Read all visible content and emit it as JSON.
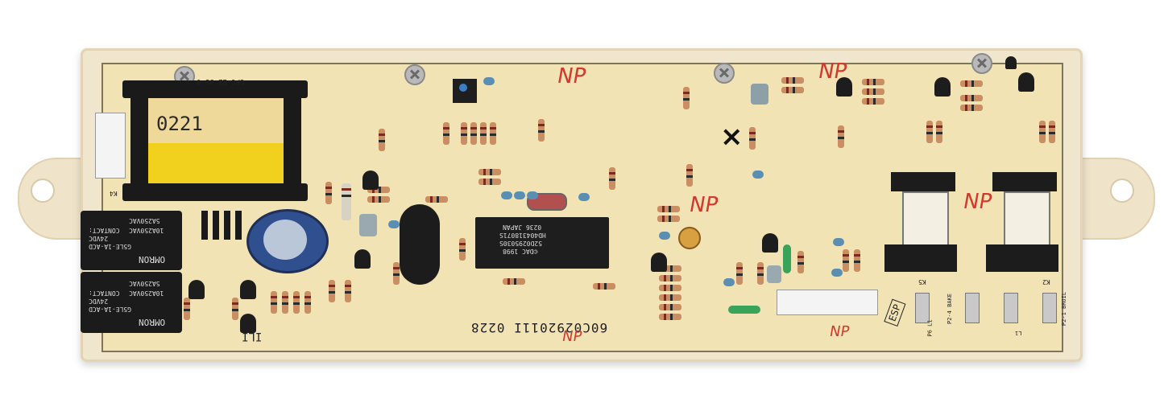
{
  "board": {
    "transformer_label": "0221",
    "ic_label_1": "©DAC 1998",
    "ic_label_2": "52D0295030S",
    "ic_label_3": "HD404318071S",
    "ic_label_4": "0236  JAPAN",
    "part_number": "60C0292011I 0228",
    "bottom_left_code": "ILI",
    "cpc_code": "CPC-E2 9U-0",
    "np_marks": [
      "NP",
      "NP",
      "NP",
      "NP",
      "NP",
      "NP"
    ],
    "esp_logo": "ESP",
    "relay_1": [
      "OMRON",
      "G5LE-1A-ACD",
      "24VDC",
      "CONTACT:",
      "10A250VAC",
      "5A250VAC"
    ],
    "relay_2": [
      "OMRON",
      "G5LE-1A-ACD",
      "24VDC",
      "CONTACT:",
      "10A250VAC",
      "5A250VAC"
    ],
    "terminal_labels": [
      "P2-4 BAKE",
      "P2-1 BROIL",
      "P6 L1",
      "L1"
    ],
    "relay_names": [
      "K5",
      "K2",
      "K4"
    ]
  },
  "colors": {
    "pcb": "#f2e3b4",
    "frame": "#f0e5cd",
    "np_marks": "#d03a2f",
    "component_black": "#1b1b1b"
  }
}
